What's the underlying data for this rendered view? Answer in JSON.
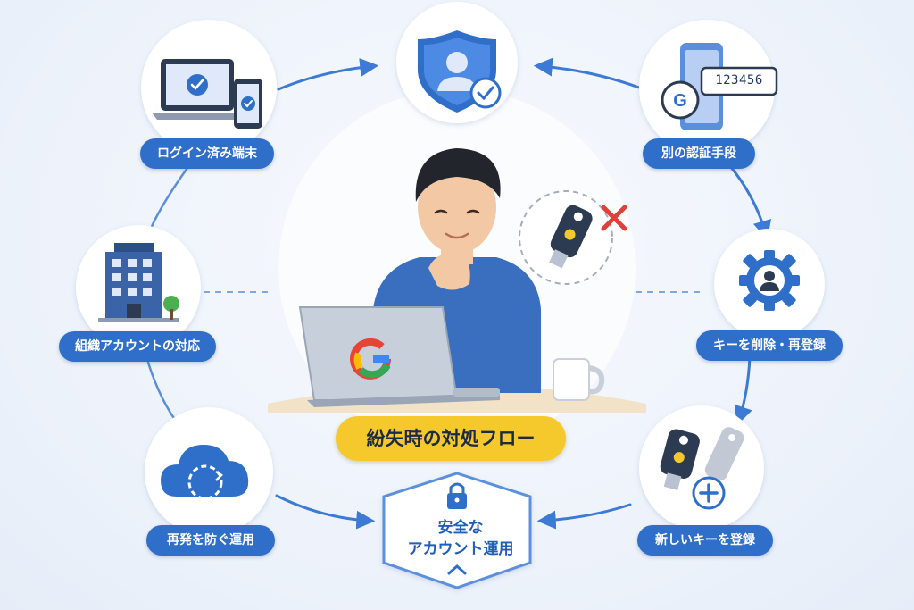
{
  "title": "紛失時の対処フロー",
  "center": {
    "line1": "安全な",
    "line2": "アカウント運用"
  },
  "steps": {
    "logged_in_device": "ログイン済み端末",
    "other_auth": "別の認証手段",
    "org_account": "組織アカウントの対応",
    "delete_reregister": "キーを削除・再登録",
    "prevent_recurrence": "再発を防ぐ運用",
    "register_new_key": "新しいキーを登録"
  },
  "auth_code": "123456",
  "colors": {
    "primary": "#2f6fc9",
    "accent": "#f5c92b",
    "danger": "#e0403a",
    "background": "#eef3fb"
  },
  "icons": [
    "laptop-check-icon",
    "phone-check-icon",
    "shield-user-check-icon",
    "phone-auth-code-icon",
    "google-g-icon",
    "building-icon",
    "tree-icon",
    "gear-user-icon",
    "security-key-icon",
    "cross-icon",
    "cloud-sync-icon",
    "plus-icon",
    "lock-icon"
  ]
}
